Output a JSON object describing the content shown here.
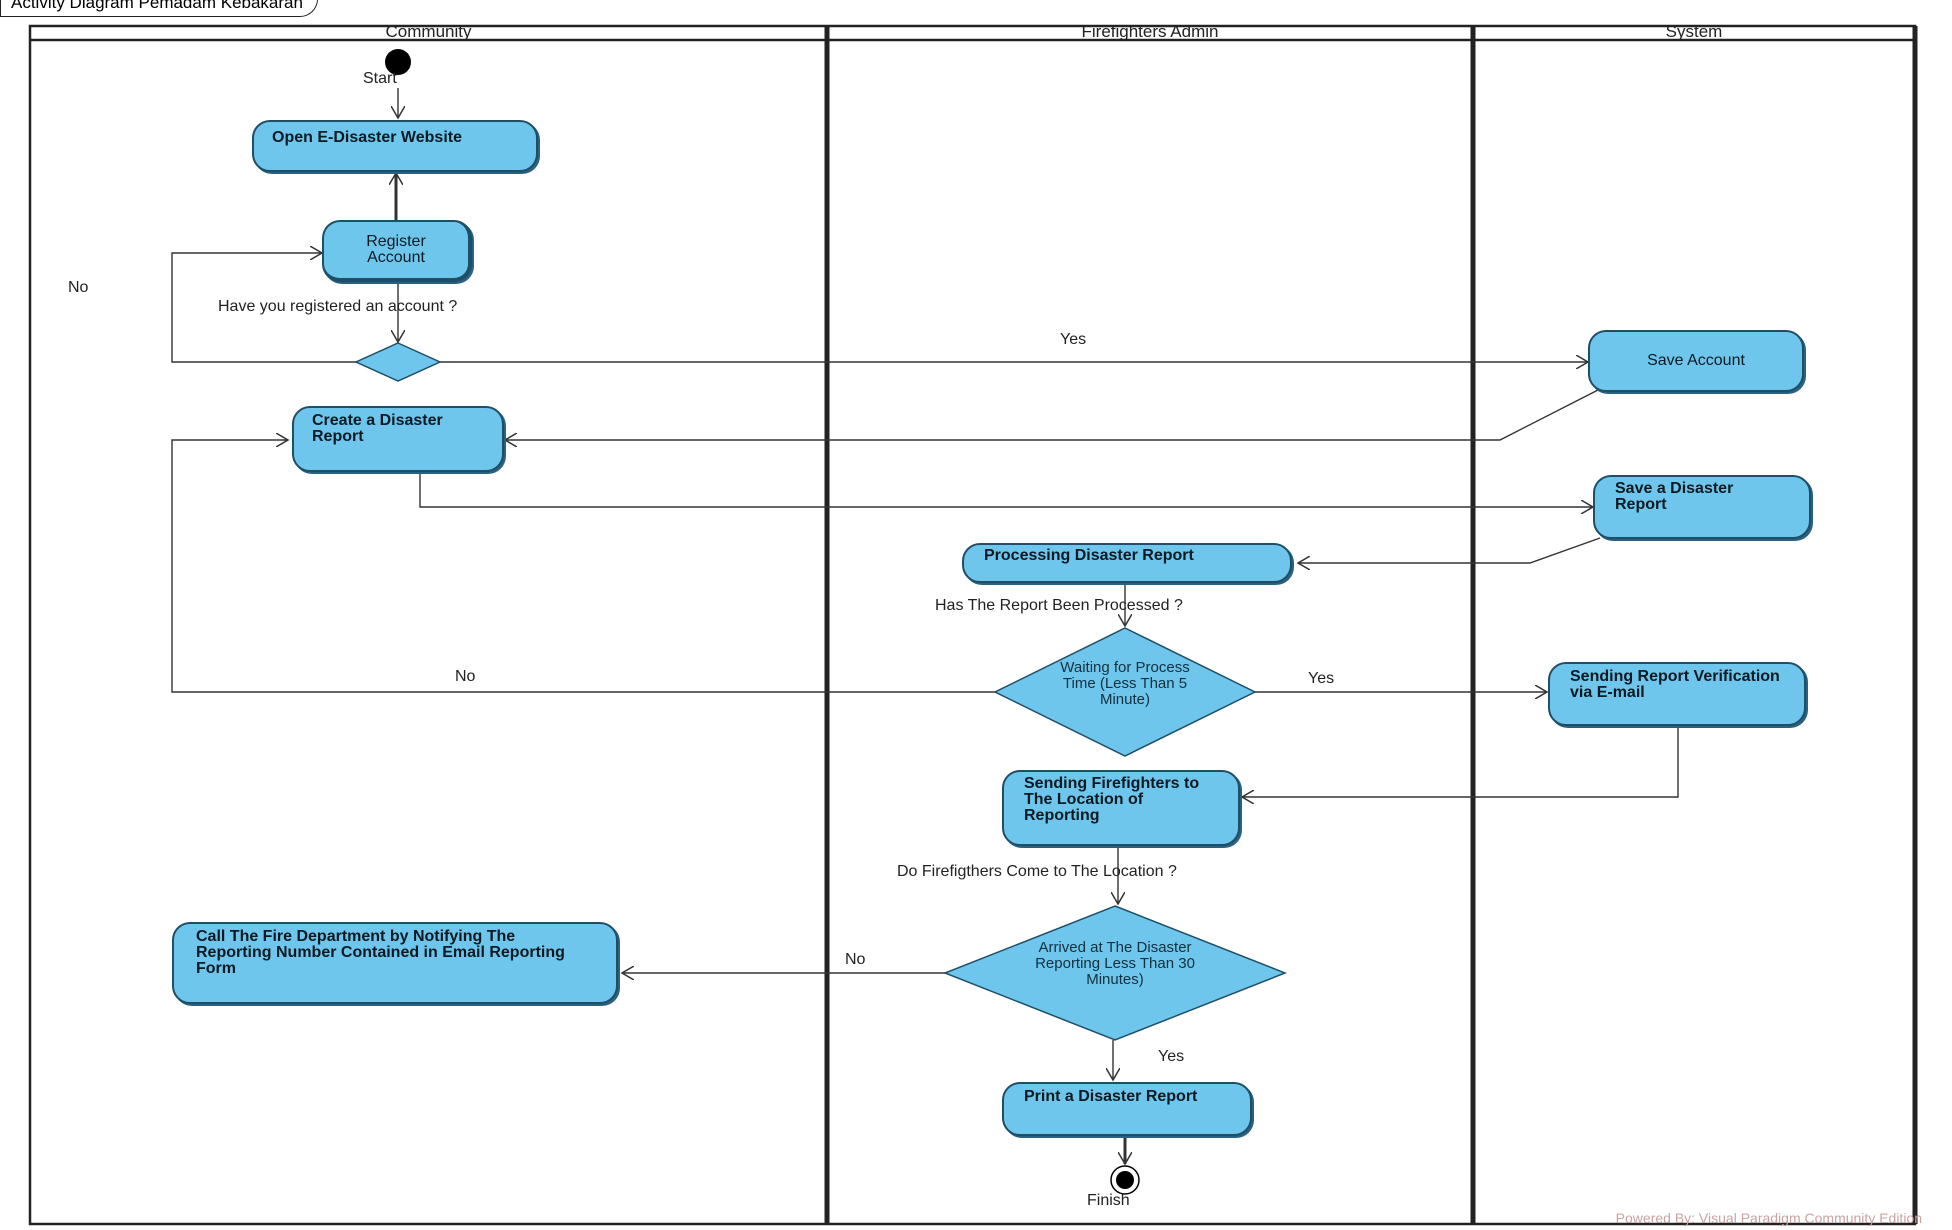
{
  "frame_title": "Activity Diagram Pemadam Kebakaran",
  "lanes": [
    "Community",
    "Firefighters Admin",
    "System"
  ],
  "start_label": "Start",
  "finish_label": "Finish",
  "nodes": {
    "open_website": "Open E-Disaster Website",
    "register_account": "Register Account",
    "create_report": "Create a Disaster Report",
    "save_account": "Save Account",
    "save_report": "Save a Disaster Report",
    "processing_report": "Processing Disaster Report",
    "waiting_process": "Waiting for Process Time (Less Than 5 Minute)",
    "sending_verification": "Sending Report Verification via E-mail",
    "sending_firefighters": "Sending Firefighters to The Location of Reporting",
    "arrived_decision": "Arrived at The Disaster Reporting Less Than 30 Minutes)",
    "call_fire_department": "Call The Fire Department by Notifying The Reporting Number Contained in Email Reporting Form",
    "print_report": "Print a Disaster Report"
  },
  "guards": {
    "registered_question": "Have you registered an account ?",
    "processed_question": "Has The Report Been Processed ?",
    "come_question": "Do Firefigthers Come to The Location ?",
    "no_register": "No",
    "yes_register": "Yes",
    "no_process": "No",
    "yes_process": "Yes",
    "no_arrive": "No",
    "yes_arrive": "Yes"
  },
  "watermark": "Powered By: Visual Paradigm Community Edition",
  "colors": {
    "node_fill": "#6ec6ec",
    "node_border": "#1f4f66",
    "line": "#333333",
    "lane_border": "#222222"
  }
}
